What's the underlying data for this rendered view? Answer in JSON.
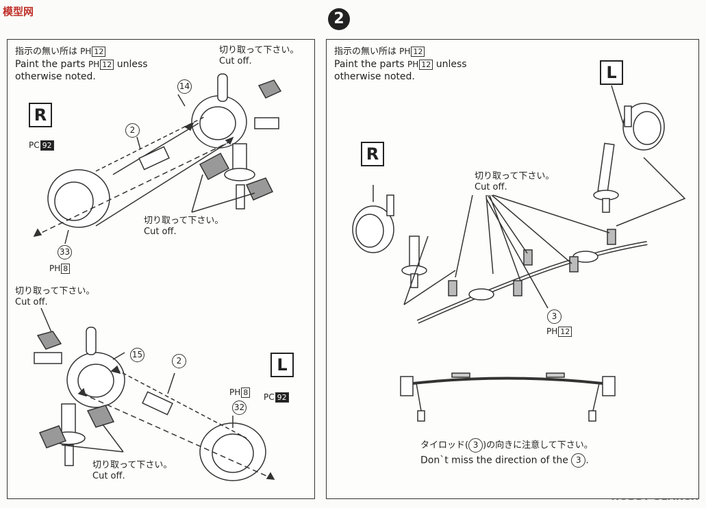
{
  "watermark_left": {
    "text": "模型网"
  },
  "watermark_right": {
    "text": "HOBBY SEARCH"
  },
  "step2": {
    "number": "2"
  },
  "left_panel": {
    "note_jp": "指示の無い所は",
    "note_en_1": "Paint the parts",
    "note_en_1b": "unless",
    "note_en_2": "otherwise noted.",
    "note_code": "12",
    "R_letter": "R",
    "L_letter": "L",
    "cut_jp": "切り取って下さい。",
    "cut_en": "Cut off.",
    "parts": {
      "p14": "14",
      "p2a": "2",
      "p33": "33",
      "p15": "15",
      "p2b": "2",
      "p32": "32"
    },
    "paint_pc92": "92",
    "paint_ph8": "8"
  },
  "right_panel": {
    "note_jp": "指示の無い所は",
    "note_en_1": "Paint the parts",
    "note_en_1b": "unless",
    "note_en_2": "otherwise noted.",
    "note_code": "12",
    "L_letter": "L",
    "R_letter": "R",
    "cut_jp": "切り取って下さい。",
    "cut_en": "Cut off.",
    "part3": "3",
    "paint_ph12": "12",
    "caption_jp_a": "タイロッド(",
    "caption_jp_b": ")の向きに注意して下さい。",
    "caption_en": "Don`t miss the direction of the",
    "caption_en_end": "."
  },
  "paint_prefix": {
    "H": "PH",
    "C": "PC"
  }
}
